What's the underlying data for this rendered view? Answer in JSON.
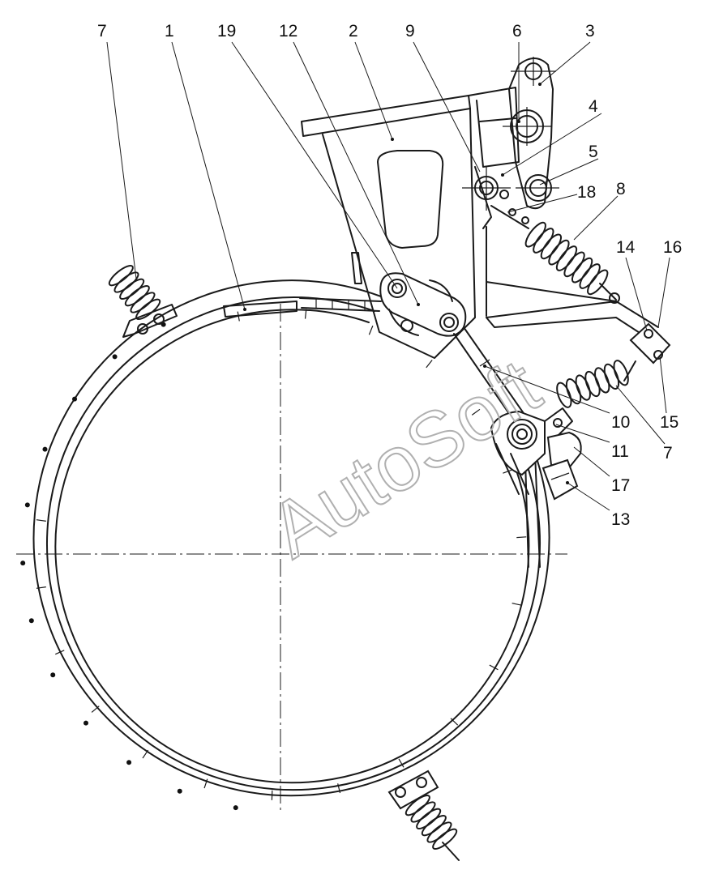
{
  "watermark": "AutoSoft",
  "callouts": [
    {
      "id": "c7a",
      "label": "7"
    },
    {
      "id": "c1",
      "label": "1"
    },
    {
      "id": "c19",
      "label": "19"
    },
    {
      "id": "c12",
      "label": "12"
    },
    {
      "id": "c2",
      "label": "2"
    },
    {
      "id": "c9",
      "label": "9"
    },
    {
      "id": "c6",
      "label": "6"
    },
    {
      "id": "c3",
      "label": "3"
    },
    {
      "id": "c4",
      "label": "4"
    },
    {
      "id": "c5",
      "label": "5"
    },
    {
      "id": "c18",
      "label": "18"
    },
    {
      "id": "c8",
      "label": "8"
    },
    {
      "id": "c14",
      "label": "14"
    },
    {
      "id": "c16",
      "label": "16"
    },
    {
      "id": "c10",
      "label": "10"
    },
    {
      "id": "c15",
      "label": "15"
    },
    {
      "id": "c11",
      "label": "11"
    },
    {
      "id": "c7b",
      "label": "7"
    },
    {
      "id": "c17",
      "label": "17"
    },
    {
      "id": "c13",
      "label": "13"
    }
  ]
}
